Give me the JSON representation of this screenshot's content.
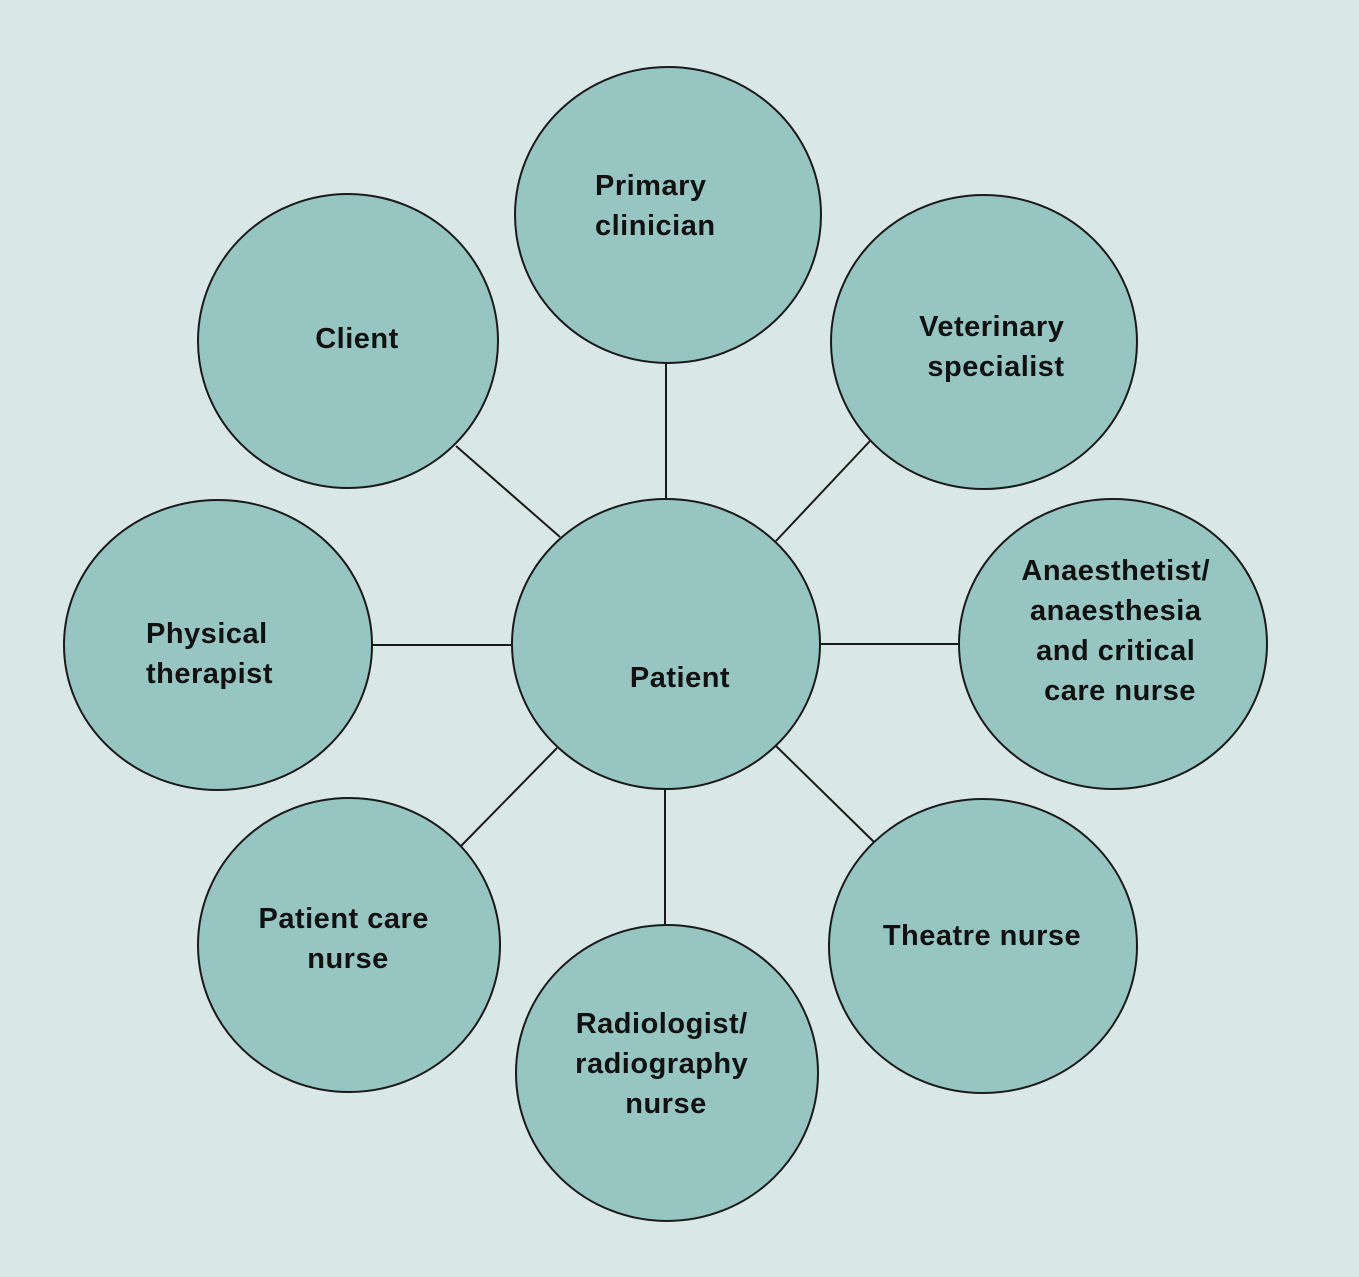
{
  "colors": {
    "background": "#d9e8e6",
    "node_fill": "#97c5c2",
    "node_stroke": "#1a1a1a",
    "text": "#111111"
  },
  "center": {
    "label_lines": [
      "Patient"
    ]
  },
  "nodes": [
    {
      "id": "primary-clinician",
      "label_lines": [
        "Primary",
        "clinician"
      ]
    },
    {
      "id": "veterinary-specialist",
      "label_lines": [
        "Veterinary",
        "specialist"
      ]
    },
    {
      "id": "anaesthetist",
      "label_lines": [
        "Anaesthetist/",
        "anaesthesia",
        "and critical",
        "care nurse"
      ]
    },
    {
      "id": "theatre-nurse",
      "label_lines": [
        "Theatre nurse"
      ]
    },
    {
      "id": "radiologist",
      "label_lines": [
        "Radiologist/",
        "radiography",
        "nurse"
      ]
    },
    {
      "id": "patient-care-nurse",
      "label_lines": [
        "Patient care",
        "nurse"
      ]
    },
    {
      "id": "physical-therapist",
      "label_lines": [
        "Physical",
        "therapist"
      ]
    },
    {
      "id": "client",
      "label_lines": [
        "Client"
      ]
    }
  ]
}
